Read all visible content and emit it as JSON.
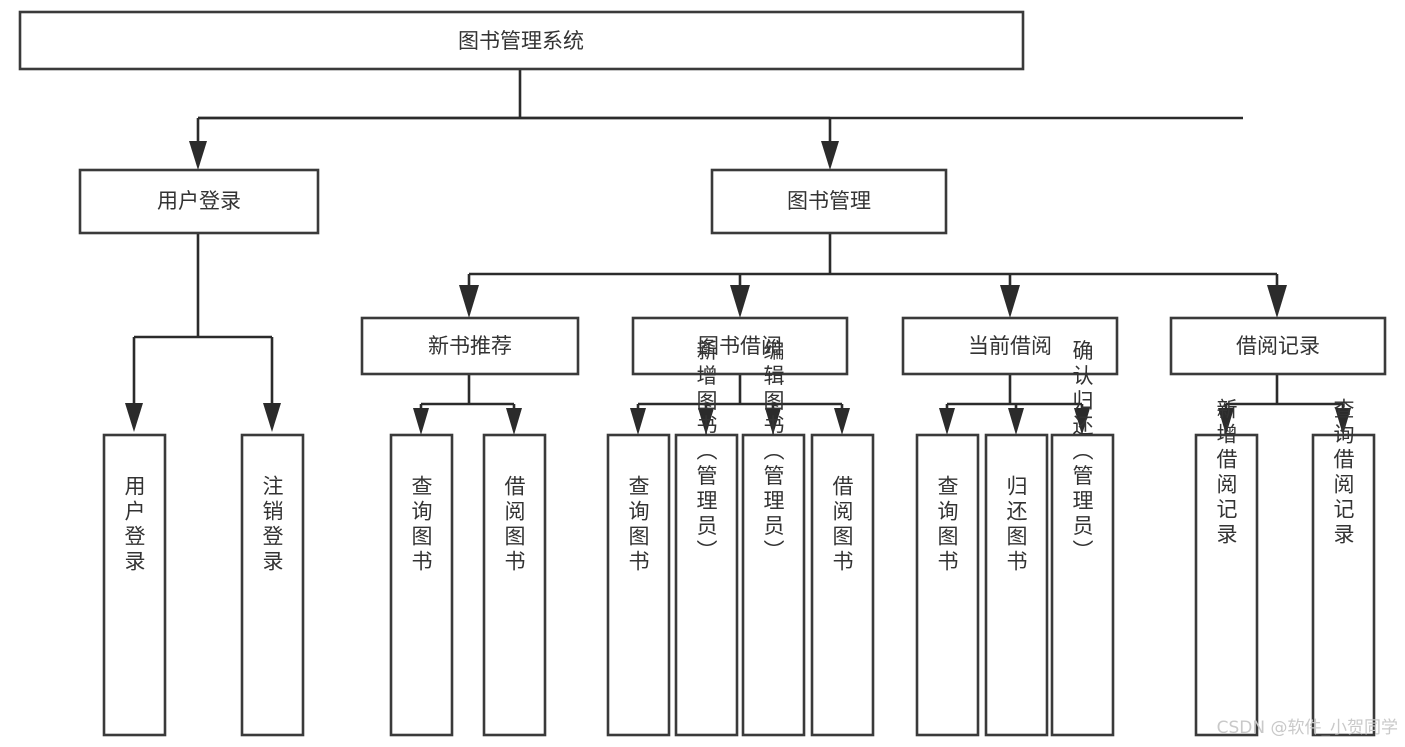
{
  "diagram": {
    "type": "tree-hierarchy-diagram",
    "title": "图书管理系统",
    "watermark": "CSDN @软件_小贺同学",
    "colors": {
      "box_stroke": "#3a3a3a",
      "box_fill": "#ffffff",
      "connector": "#2b2b2b",
      "text": "#333333",
      "watermark": "#c9c9c9",
      "background": "#ffffff"
    },
    "root": {
      "label": "图书管理系统",
      "orientation": "horizontal"
    },
    "level2": [
      {
        "id": "user-login",
        "label": "用户登录",
        "orientation": "horizontal"
      },
      {
        "id": "book-manage",
        "label": "图书管理",
        "orientation": "horizontal"
      }
    ],
    "level3": [
      {
        "id": "new-book-recommend",
        "label": "新书推荐",
        "parent": "book-manage",
        "orientation": "horizontal"
      },
      {
        "id": "book-borrow",
        "label": "图书借阅",
        "parent": "book-manage",
        "orientation": "horizontal"
      },
      {
        "id": "current-borrow",
        "label": "当前借阅",
        "parent": "book-manage",
        "orientation": "horizontal"
      },
      {
        "id": "borrow-record",
        "label": "借阅记录",
        "parent": "book-manage",
        "orientation": "horizontal"
      }
    ],
    "leaves": {
      "user-login": [
        {
          "id": "leaf-user-login",
          "label": "用户登录",
          "orientation": "vertical"
        },
        {
          "id": "leaf-user-logout",
          "label": "注销登录",
          "orientation": "vertical"
        }
      ],
      "new-book-recommend": [
        {
          "id": "leaf-query-book-1",
          "label": "查询图书",
          "orientation": "vertical"
        },
        {
          "id": "leaf-borrow-book-1",
          "label": "借阅图书",
          "orientation": "vertical"
        }
      ],
      "book-borrow": [
        {
          "id": "leaf-query-book-2",
          "label": "查询图书",
          "orientation": "vertical"
        },
        {
          "id": "leaf-add-book",
          "label": "新增图书（管理员）",
          "orientation": "vertical"
        },
        {
          "id": "leaf-edit-book",
          "label": "编辑图书（管理员）",
          "orientation": "vertical"
        },
        {
          "id": "leaf-borrow-book-2",
          "label": "借阅图书",
          "orientation": "vertical"
        }
      ],
      "current-borrow": [
        {
          "id": "leaf-query-book-3",
          "label": "查询图书",
          "orientation": "vertical"
        },
        {
          "id": "leaf-return-book",
          "label": "归还图书",
          "orientation": "vertical"
        },
        {
          "id": "leaf-confirm-return",
          "label": "确认归还（管理员）",
          "orientation": "vertical"
        }
      ],
      "borrow-record": [
        {
          "id": "leaf-add-record",
          "label": "新增借阅记录",
          "orientation": "vertical"
        },
        {
          "id": "leaf-query-record",
          "label": "查询借阅记录",
          "orientation": "vertical"
        }
      ]
    }
  }
}
